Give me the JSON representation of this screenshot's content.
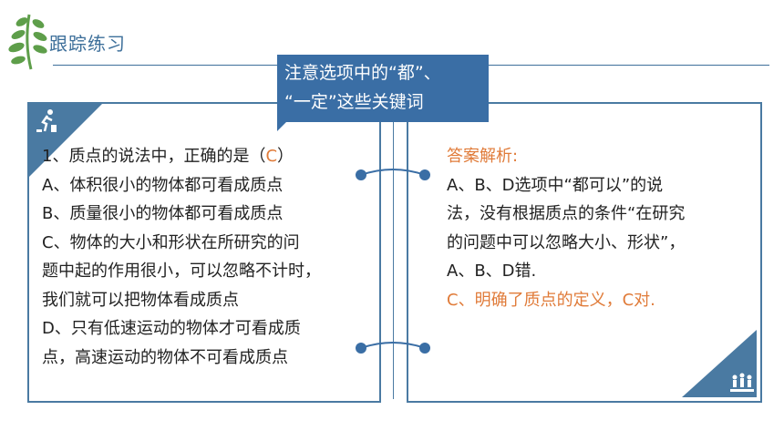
{
  "header": {
    "title": "跟踪练习"
  },
  "callout": {
    "line1": "注意选项中的“都”、",
    "line2": "“一定”这些关键词"
  },
  "question": {
    "stem_prefix": "1、质点的说法中，正确的是（",
    "answer": "C",
    "stem_suffix": "）",
    "lines": [
      "A、体积很小的物体都可看成质点",
      "B、质量很小的物体都可看成质点",
      "C、物体的大小和形状在所研究的问",
      "题中起的作用很小，可以忽略不计时，",
      "我们就可以把物体看成质点",
      "D、只有低速运动的物体才可看成质",
      "点，高速运动的物体不可看成质点"
    ]
  },
  "analysis": {
    "heading": "答案解析:",
    "lines": [
      "A、B、D选项中“都可以”的说",
      "法，没有根据质点的条件“在研究",
      "的问题中可以忽略大小、形状”，",
      "A、B、D错."
    ],
    "conclusion": "C、明确了质点的定义，C对."
  },
  "colors": {
    "accent": "#3a6ea5",
    "answer": "#e07b39",
    "header": "#3d6f9a"
  },
  "icons": [
    "leaf-icon",
    "runner-icon",
    "people-icon"
  ]
}
